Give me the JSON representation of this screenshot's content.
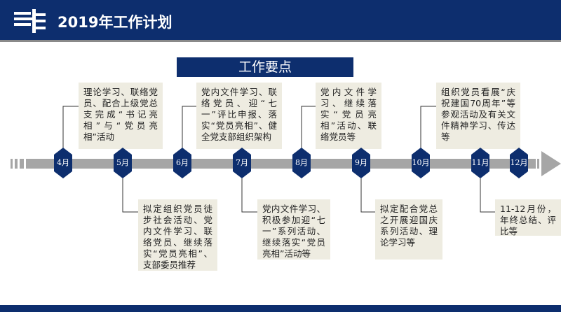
{
  "header": {
    "title": "2019年工作计划",
    "logo": "company-logo"
  },
  "banner": "工作要点",
  "months": [
    "4月",
    "5月",
    "6月",
    "7月",
    "8月",
    "9月",
    "10月",
    "11月",
    "12月"
  ],
  "top_items": [
    "理论学习、联络党员、配合上级党总支完成“书记亮相”与“党员亮相”活动",
    "党内文件学习、联络党员、迎“七一”评比申报、落实“党员亮相”、健全党支部组织架构",
    "党内文件学习、继续落实“党员亮相”活动、联络党员等",
    "组织党员看展“庆祝建国70周年”等参观活动及有关文件精神学习、传达等"
  ],
  "bottom_items": [
    "拟定组织党员徒步社会活动、党内文件学习、联络党员、继续落实“党员亮相”、支部委员推荐",
    "党内文件学习、积极参加迎“七一”系列活动、继续落实“党员亮相”活动等",
    "拟定配合党总之开展迎国庆系列活动、理论学习等",
    "11-12月份，年终总结、评比等"
  ],
  "colors": {
    "navy": "#0d2e6e",
    "box": "#eeece1",
    "track": "#a6a6a6"
  }
}
